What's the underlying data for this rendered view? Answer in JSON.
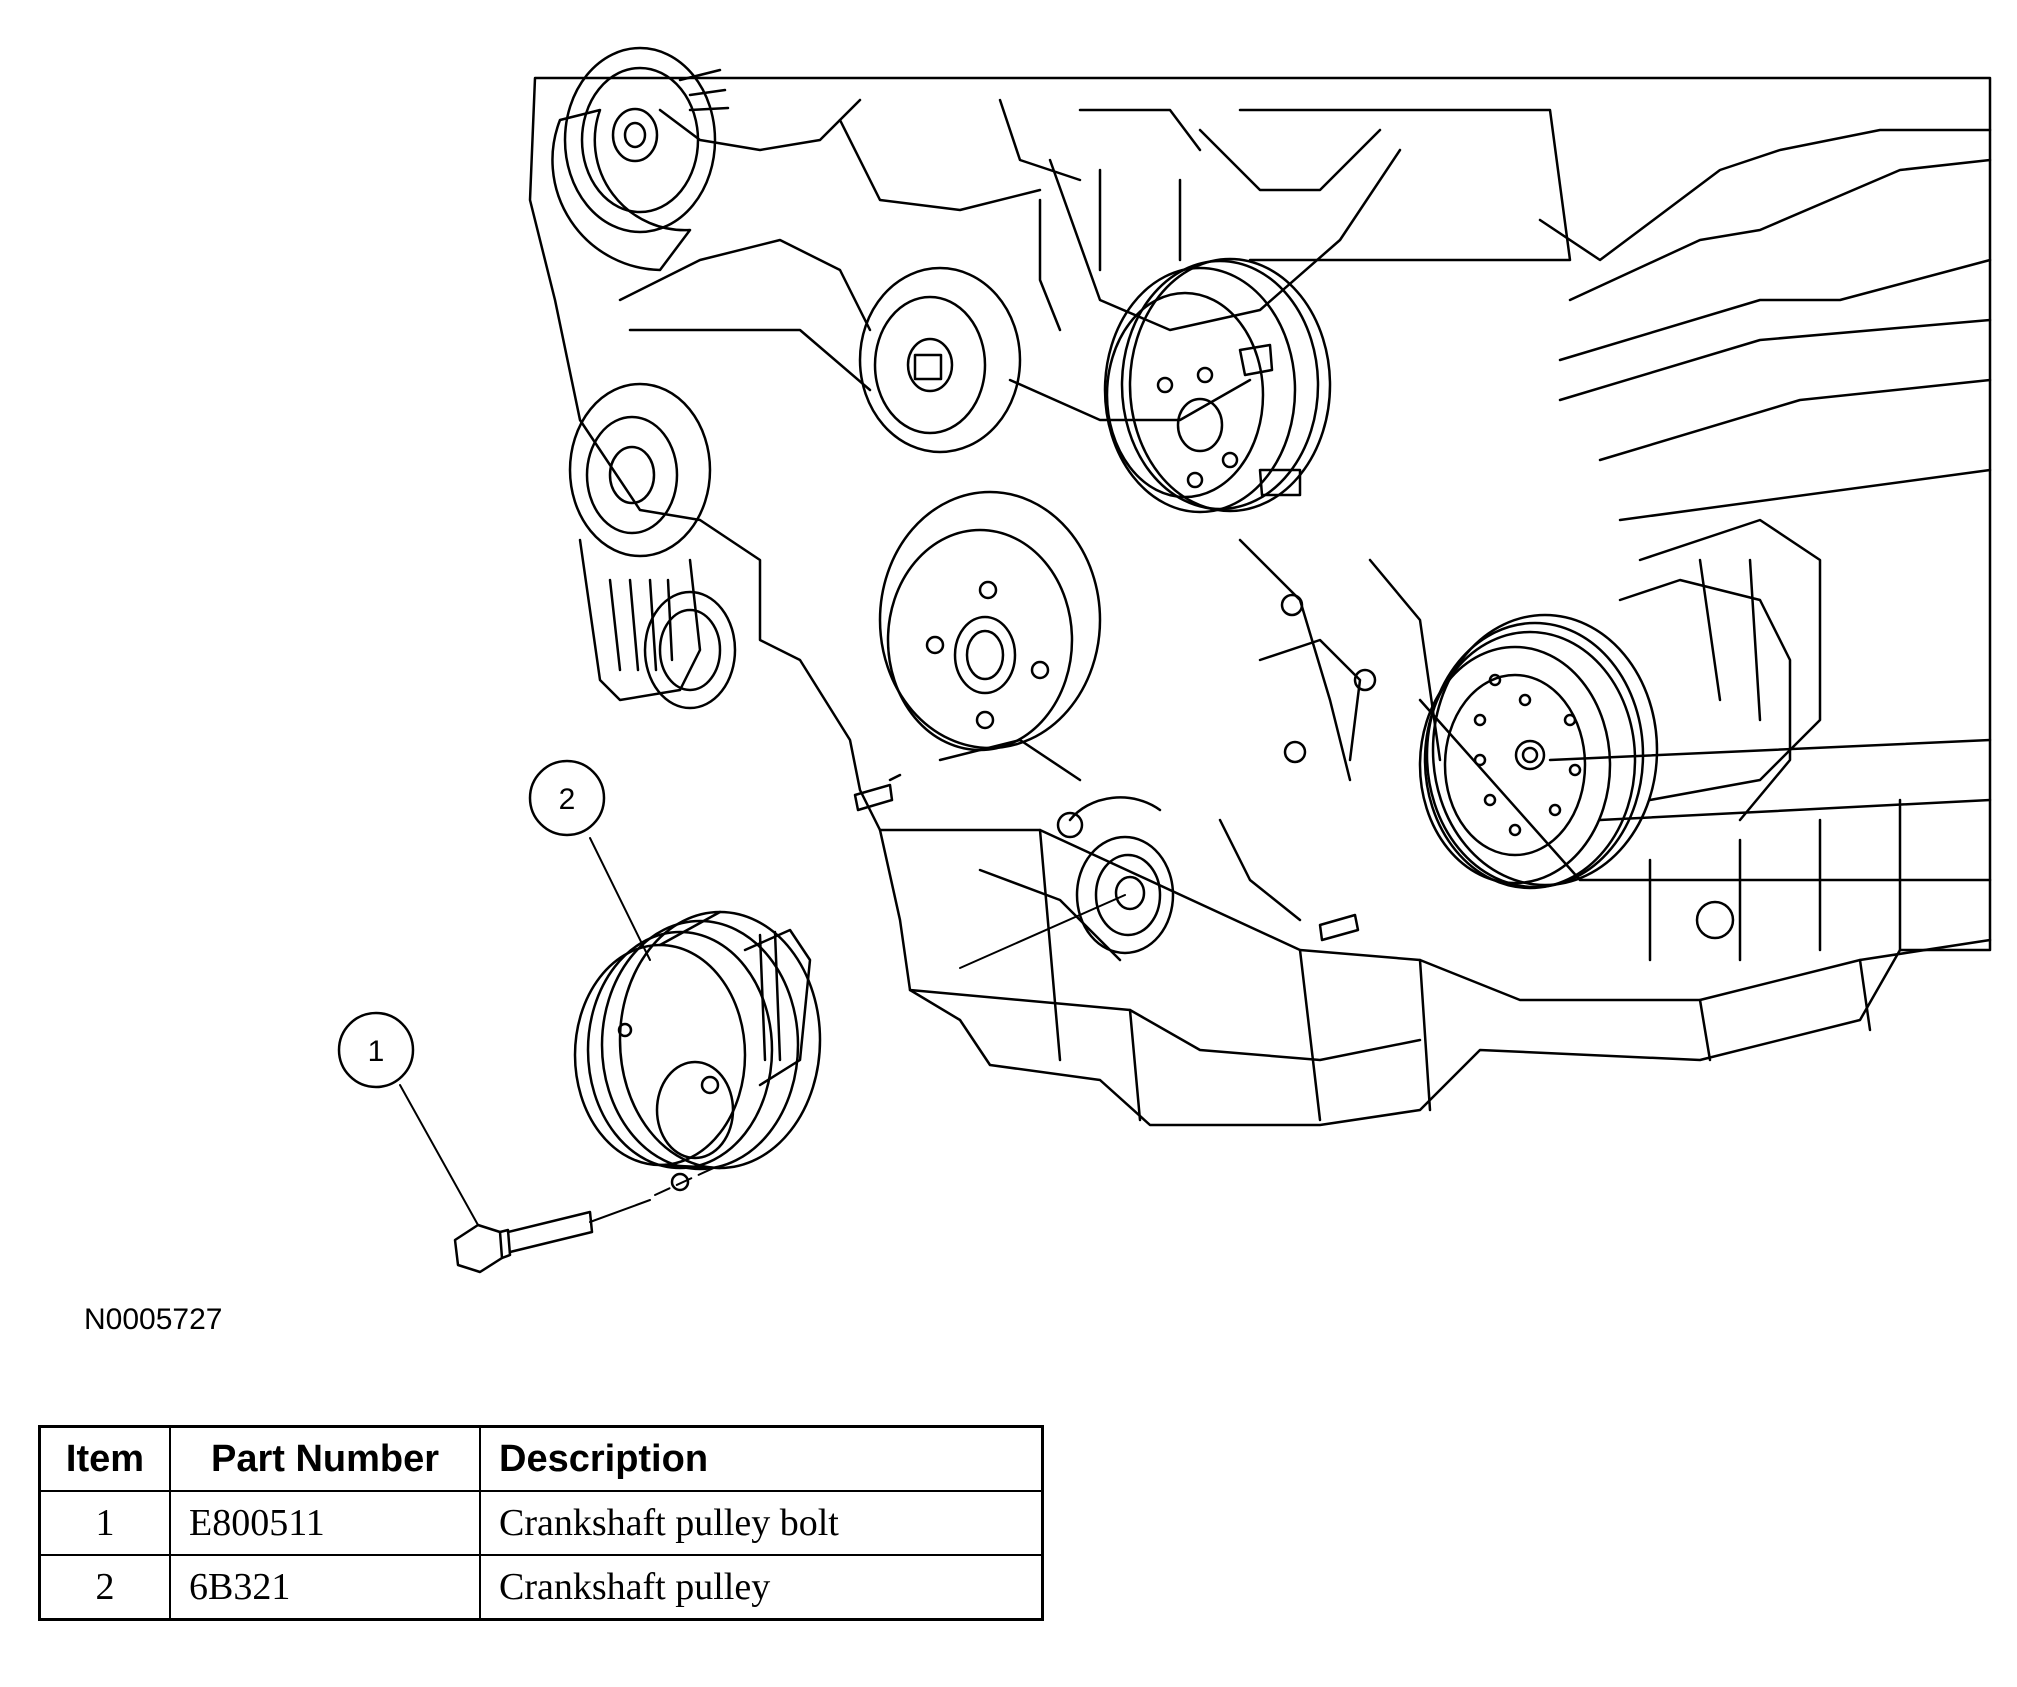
{
  "figure": {
    "callouts": [
      {
        "label": "1"
      },
      {
        "label": "2"
      }
    ],
    "figure_id": "N0005727",
    "parts_depicted": [
      "crankshaft-pulley-bolt",
      "crankshaft-pulley",
      "engine-front"
    ]
  },
  "parts_table": {
    "headers": {
      "item": "Item",
      "part_number": "Part Number",
      "description": "Description"
    },
    "rows": [
      {
        "item": "1",
        "part_number": "E800511",
        "description": "Crankshaft pulley bolt"
      },
      {
        "item": "2",
        "part_number": "6B321",
        "description": "Crankshaft pulley"
      }
    ]
  }
}
